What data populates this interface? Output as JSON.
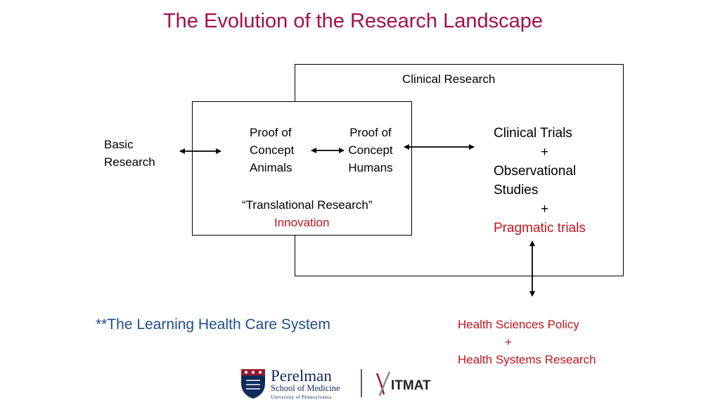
{
  "title": "The Evolution of the Research Landscape",
  "clinical_research_label": "Clinical Research",
  "basic_research": [
    "Basic",
    "Research"
  ],
  "poc_animals": [
    "Proof of",
    "Concept",
    "Animals"
  ],
  "poc_humans": [
    "Proof of",
    "Concept",
    "Humans"
  ],
  "translational_label": "“Translational Research”",
  "innovation_label": "Innovation",
  "clinical_trials": {
    "line1": "Clinical Trials",
    "plus1": "+",
    "line2": "Observational",
    "line3": "Studies",
    "plus2": "+",
    "line4": "Pragmatic trials"
  },
  "learning_system": "**The Learning Health Care System",
  "policy": {
    "line1": "Health Sciences Policy",
    "plus": "+",
    "line2": "Health Systems Research"
  },
  "logos": {
    "perelman_name": "Perelman",
    "perelman_school": "School of Medicine",
    "perelman_univ": "University of Pennsylvania",
    "itmat": "ITMAT"
  },
  "colors": {
    "title": "#a3114a",
    "highlight_red": "#c0151e",
    "navy": "#1f4e8a"
  }
}
